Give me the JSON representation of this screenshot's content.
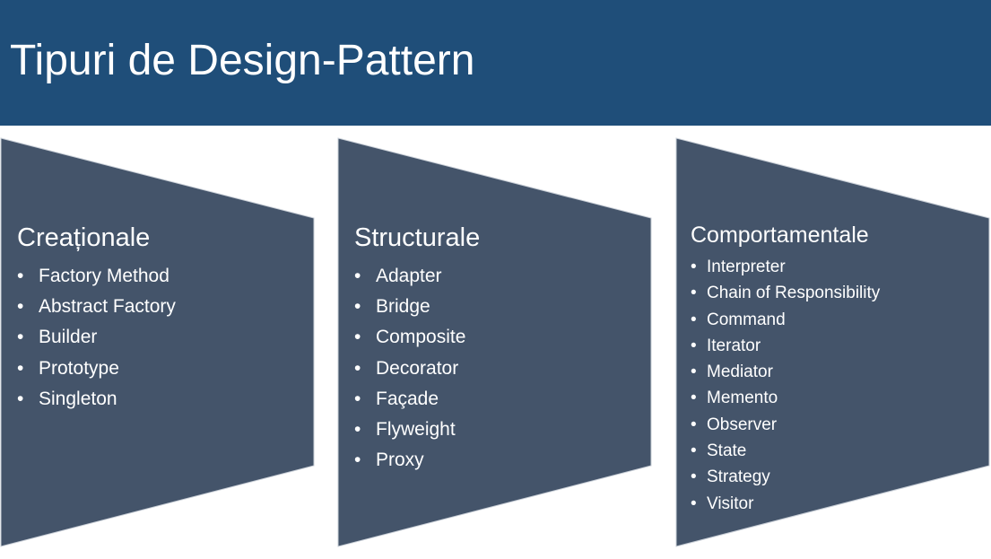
{
  "slide": {
    "title": "Tipuri de Design-Pattern"
  },
  "colors": {
    "header": "#1f4e79",
    "panel": "#44546a",
    "text": "#ffffff"
  },
  "panels": [
    {
      "title": "Creaționale",
      "items": [
        "Factory Method",
        "Abstract Factory",
        "Builder",
        "Prototype",
        "Singleton"
      ]
    },
    {
      "title": "Structurale",
      "items": [
        "Adapter",
        "Bridge",
        "Composite",
        "Decorator",
        "Façade",
        "Flyweight",
        "Proxy"
      ]
    },
    {
      "title": "Comportamentale",
      "items": [
        "Interpreter",
        "Chain of Responsibility",
        "Command",
        "Iterator",
        "Mediator",
        "Memento",
        "Observer",
        "State",
        "Strategy",
        "Visitor"
      ]
    }
  ]
}
